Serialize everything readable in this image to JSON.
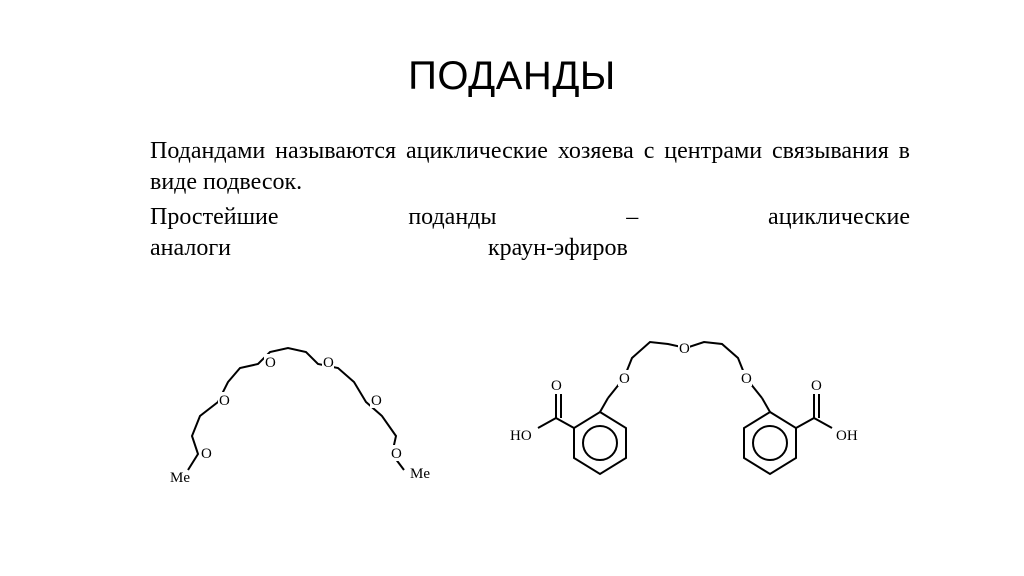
{
  "slide": {
    "title": "ПОДАНДЫ"
  },
  "paragraph1": "Подандами называются ациклические хозяева с центрами связывания в виде подвесок.",
  "paragraph2": {
    "line1": [
      "Простейшие",
      "поданды",
      "–",
      "ациклические"
    ],
    "line2": [
      "аналоги",
      "краун-эфиров"
    ]
  },
  "molecule_left": {
    "oxygen_label": "O",
    "end_group_left": "Me",
    "end_group_right": "Me"
  },
  "molecule_right": {
    "oxygen_label": "O",
    "carbonyl_oxygen": "O",
    "hydroxyl_left": "HO",
    "hydroxyl_right": "OH"
  }
}
